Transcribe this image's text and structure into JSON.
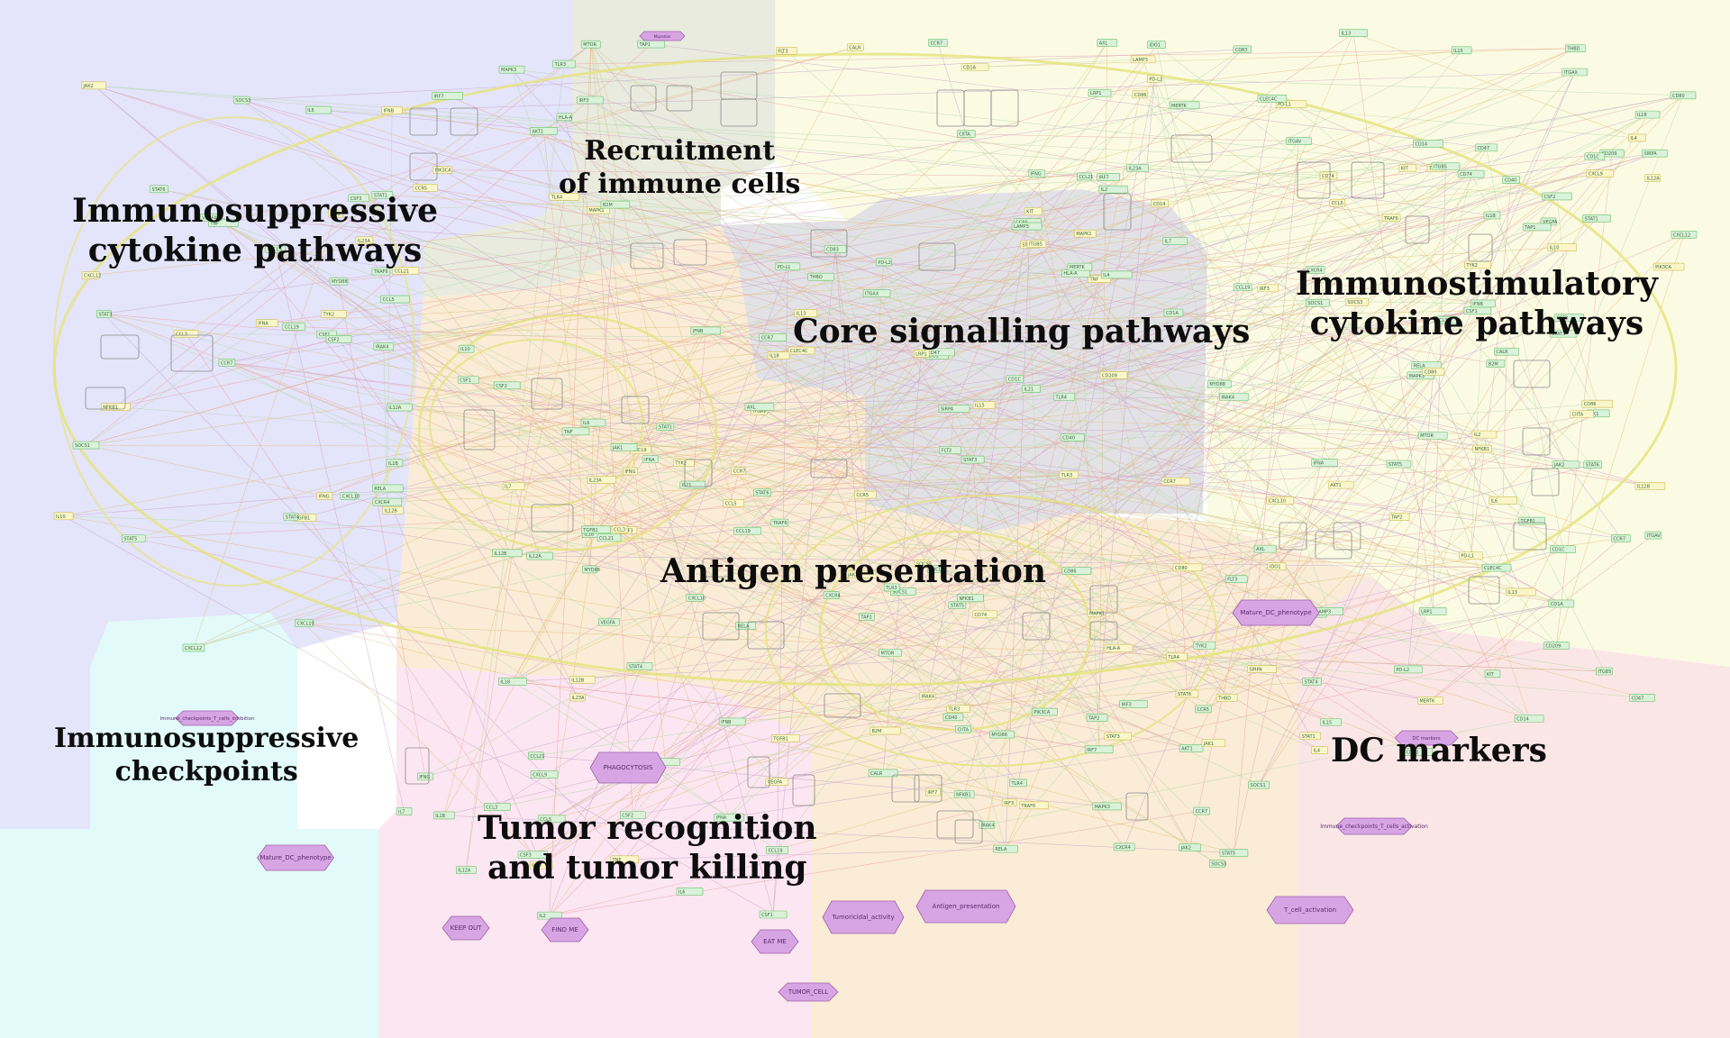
{
  "regions": {
    "immunosuppressive_cytokines": {
      "line1": "Immunosuppressive",
      "line2": "cytokine pathways",
      "color": "#e4e4fb"
    },
    "recruitment": {
      "line1": "Recruitment",
      "line2": "of immune cells",
      "color": "#e8ebde"
    },
    "core_signalling": {
      "line1": "Core signalling pathways",
      "color": "#e2e2e6"
    },
    "immunostimulatory_cytokines": {
      "line1": "Immunostimulatory",
      "line2": "cytokine pathways",
      "color": "#fbfbe4"
    },
    "antigen_presentation": {
      "line1": "Antigen presentation",
      "color": "#faecd6"
    },
    "immunosuppressive_checkpoints": {
      "line1": "Immunosuppressive",
      "line2": "checkpoints",
      "color": "#e2fafa"
    },
    "tumor_recognition": {
      "line1": "Tumor recognition",
      "line2": "and tumor killing",
      "color": "#fbe6f1"
    },
    "dc_markers": {
      "line1": "DC  markers",
      "color": "#fbe6e6"
    }
  },
  "phenotypes": [
    {
      "key": "migration",
      "label": "Migration"
    },
    {
      "key": "immune_checkpoints_left",
      "label": "Immune_checkpoints_T_cells_inhibition"
    },
    {
      "key": "mature_dc_left",
      "label": "Mature_DC_phenotype"
    },
    {
      "key": "phagocytosis",
      "label": "PHAGOCYTOSIS"
    },
    {
      "key": "mature_dc_right",
      "label": "Mature_DC_phenotype"
    },
    {
      "key": "dc_markers_node",
      "label": "DC markers"
    },
    {
      "key": "immune_checkpoints_right",
      "label": "Immune_checkpoints_T_cells_activation"
    },
    {
      "key": "tumoricidal",
      "label": "Tumoricidal_activity"
    },
    {
      "key": "antigen_presentation_node",
      "label": "Antigen_presentation"
    },
    {
      "key": "t_cell_activation",
      "label": "T_cell_activation"
    },
    {
      "key": "eat_me",
      "label": "EAT ME"
    },
    {
      "key": "keep_out",
      "label": "KEEP OUT"
    },
    {
      "key": "find_me",
      "label": "FIND ME"
    },
    {
      "key": "tumor_cell",
      "label": "TUMOR_CELL"
    }
  ],
  "genes": [
    "IL10",
    "CSF1",
    "CSF2",
    "CSF3",
    "IL6",
    "IL1B",
    "IL12A",
    "IL12B",
    "IL23A",
    "TNF",
    "IFNG",
    "IFNA",
    "IFNB",
    "TGFB1",
    "VEGFA",
    "CCL3",
    "CCL5",
    "CCL19",
    "CCL21",
    "CXCL9",
    "CXCL10",
    "CXCL12",
    "CCR5",
    "CCR7",
    "CXCR4",
    "JAK1",
    "JAK2",
    "TYK2",
    "STAT1",
    "STAT3",
    "STAT4",
    "STAT5",
    "STAT6",
    "SOCS1",
    "SOCS3",
    "NFKB1",
    "RELA",
    "MYD88",
    "TRAF6",
    "IRAK4",
    "IRF3",
    "IRF7",
    "TLR4",
    "TLR3",
    "MAPK1",
    "MAPK3",
    "AKT1",
    "MTOR",
    "PIK3CA",
    "HLA-A",
    "B2M",
    "TAP1",
    "TAP2",
    "CALR",
    "CD74",
    "CIITA",
    "CD80",
    "CD86",
    "CD40",
    "CD83",
    "CCR7",
    "PD-L1",
    "PD-L2",
    "IDO1",
    "CD47",
    "SIRPA",
    "LRP1",
    "ITGAV",
    "ITGB5",
    "MERTK",
    "AXL",
    "CD14",
    "CD1A",
    "CD209",
    "CLEC4C",
    "ITGAX",
    "LAMP3",
    "CD1C",
    "THBD",
    "FLT3",
    "KIT",
    "IL4",
    "IL13",
    "IL15",
    "IL18",
    "IL2",
    "IL21",
    "IL7"
  ]
}
